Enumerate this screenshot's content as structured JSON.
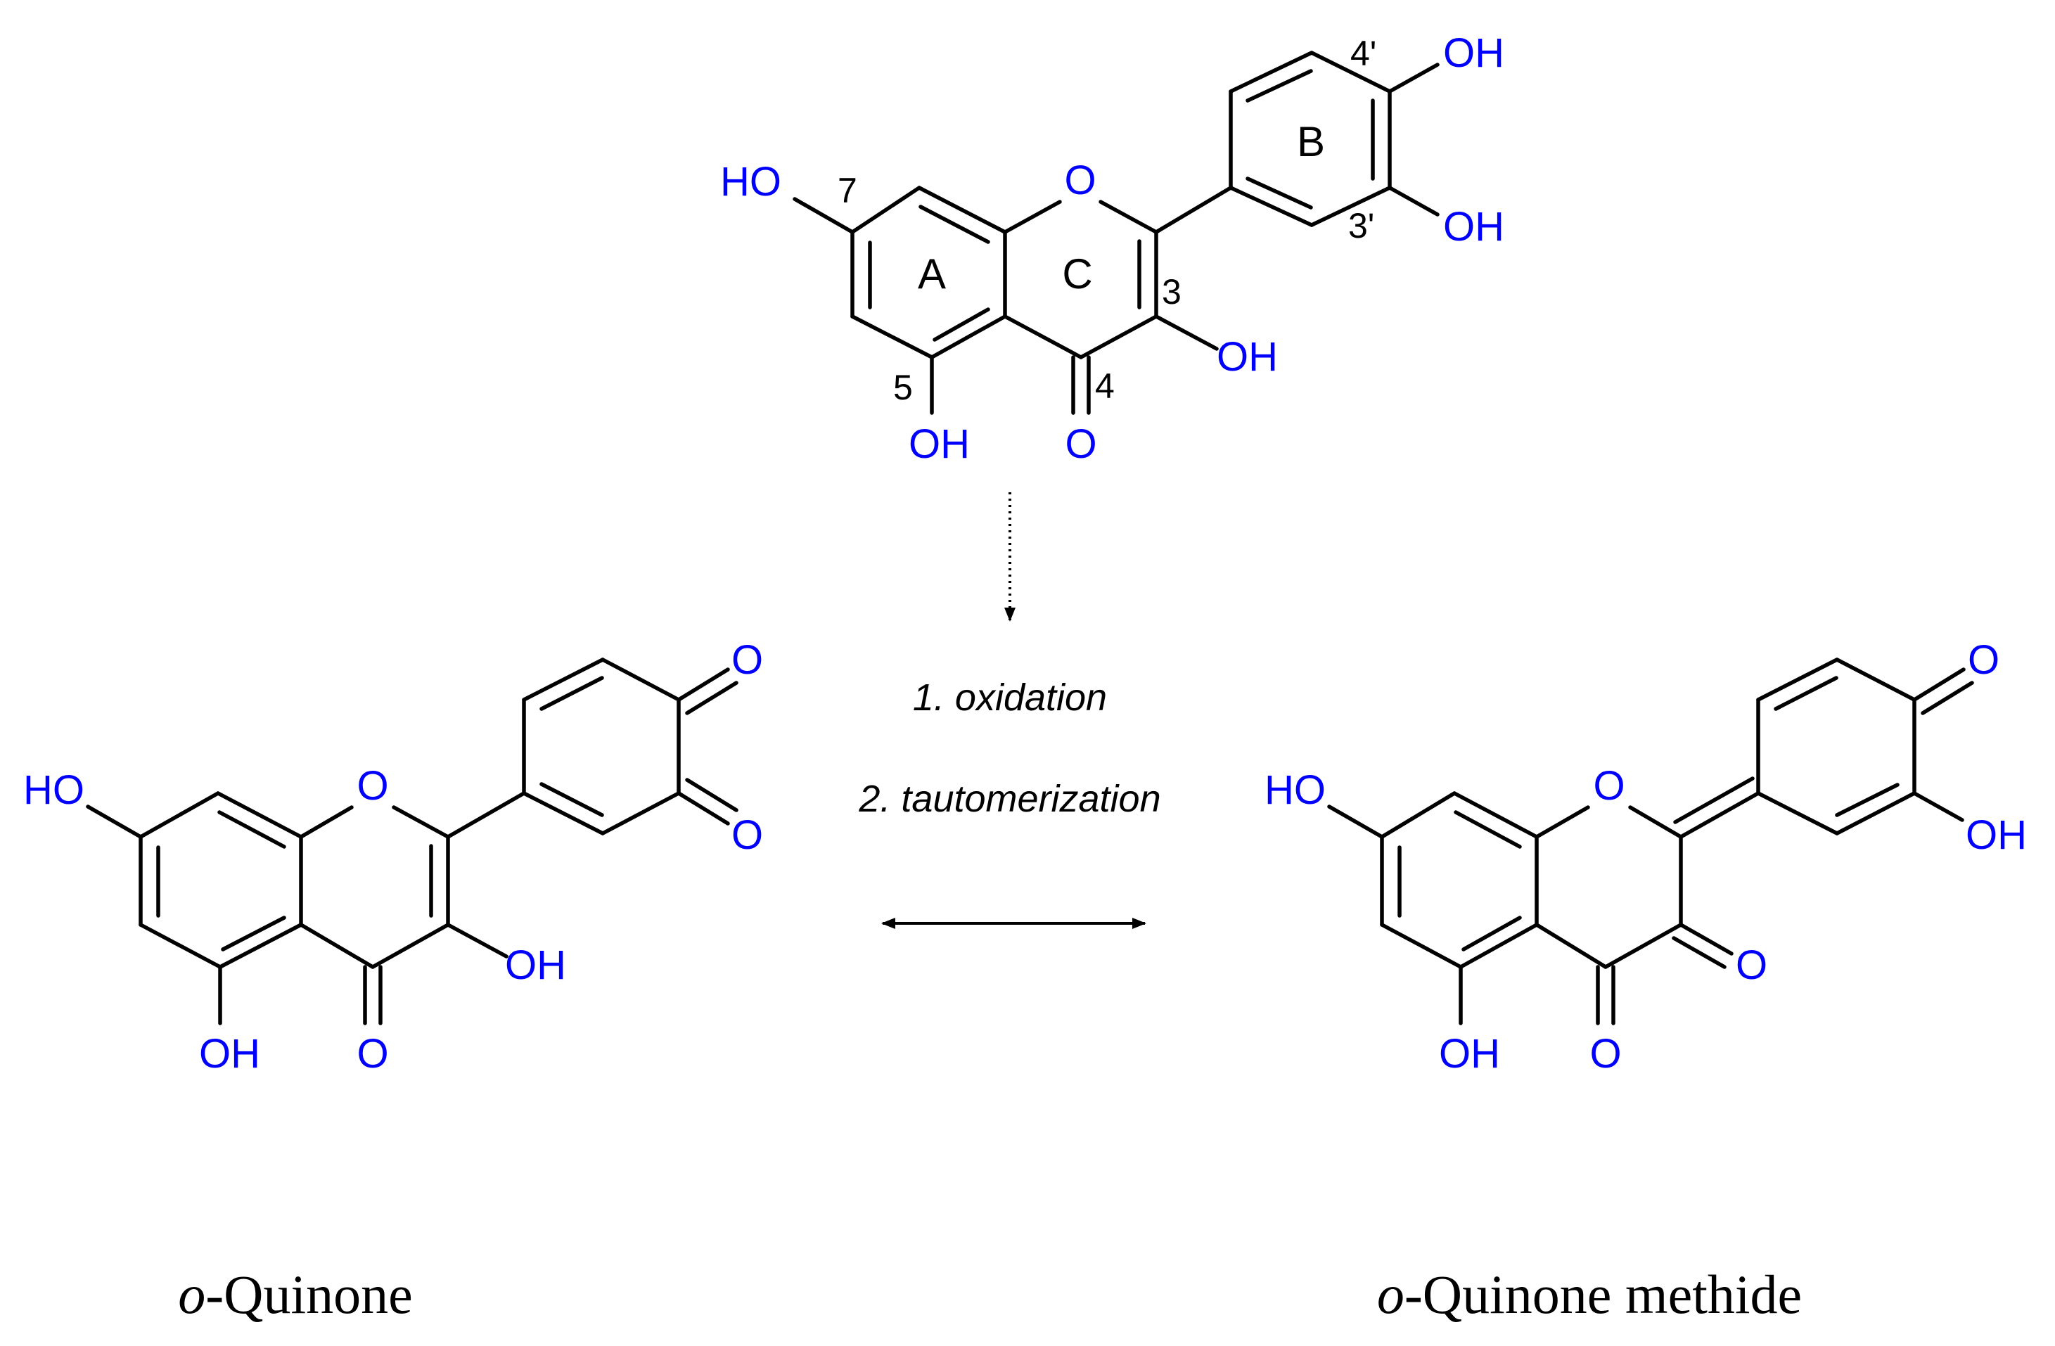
{
  "colors": {
    "bonds": "#000000",
    "heteroatoms": "#0000ff",
    "text": "#000000"
  },
  "quercetin": {
    "atoms": {
      "ho7": "HO",
      "o1": "O",
      "oh4p": "OH",
      "oh3p": "OH",
      "oh3": "OH",
      "oh5": "OH",
      "o4": "O"
    },
    "positions": {
      "p7": "7",
      "p5": "5",
      "p4": "4",
      "p3": "3",
      "p4p": "4'",
      "p3p": "3'"
    },
    "rings": {
      "a": "A",
      "b": "B",
      "c": "C"
    }
  },
  "reaction": {
    "step1": "1. oxidation",
    "step2": "2. tautomerization"
  },
  "o_quinone": {
    "atoms": {
      "ho7": "HO",
      "o1": "O",
      "o4p": "O",
      "o3p": "O",
      "oh3": "OH",
      "oh5": "OH",
      "o4": "O"
    },
    "caption_prefix": "o",
    "caption_rest": "-Quinone"
  },
  "quinone_methide": {
    "atoms": {
      "ho7": "HO",
      "o1": "O",
      "o4p": "O",
      "oh3p": "OH",
      "o3": "O",
      "oh5": "OH",
      "o4": "O"
    },
    "caption_prefix": "o",
    "caption_rest": "-Quinone methide"
  }
}
